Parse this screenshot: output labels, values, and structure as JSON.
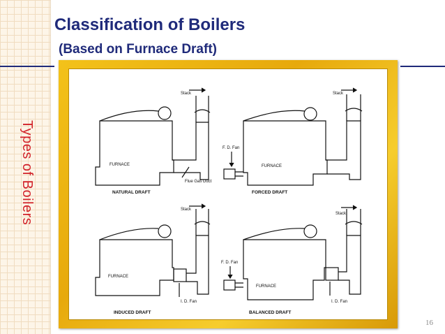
{
  "slide": {
    "title": "Classification of Boilers",
    "subtitle": "(Based on Furnace Draft)",
    "side_title": "Types of Boilers",
    "page_number": "16"
  },
  "diagram": {
    "panels": [
      {
        "caption": "NATURAL DRAFT",
        "furnace_label": "FURNACE",
        "stack_label": "Stack",
        "extra_labels": [
          "Flue Gas Duct"
        ]
      },
      {
        "caption": "FORCED DRAFT",
        "furnace_label": "FURNACE",
        "stack_label": "Stack",
        "extra_labels": [
          "F. D. Fan"
        ]
      },
      {
        "caption": "INDUCED DRAFT",
        "furnace_label": "FURNACE",
        "stack_label": "Stack",
        "extra_labels": [
          "I. D. Fan"
        ]
      },
      {
        "caption": "BALANCED DRAFT",
        "furnace_label": "FURNACE",
        "stack_label": "Stack",
        "extra_labels": [
          "F. D. Fan",
          "I. D. Fan"
        ]
      }
    ]
  },
  "colors": {
    "title_blue": "#1f2a7a",
    "side_title_red": "#d2232a",
    "frame_gold": "#f3c21a"
  }
}
